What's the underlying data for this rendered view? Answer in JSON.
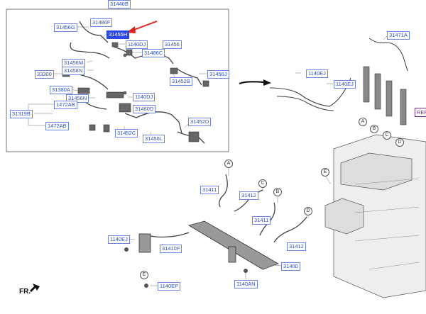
{
  "labels": {
    "top_assembly": "31440B",
    "l31456G": "31456G",
    "l31486F": "31486F",
    "l31455H": "31455H",
    "l1140DJ_a": "1140DJ",
    "l31456_a": "31456",
    "l31486C": "31486C",
    "l33300": "33300",
    "l31456M": "31456M",
    "l31456N_a": "31456N",
    "l31452B": "31452B",
    "l31456J": "31456J",
    "l31380A": "31380A",
    "l31456N_b": "31456N",
    "l1140DJ_b": "1140DJ",
    "l1472AB_a": "1472AB",
    "l31460D": "31460D",
    "l31319B": "31319B",
    "l1472AB_b": "1472AB",
    "l31452C": "31452C",
    "l31456L": "31456L",
    "l31452D": "31452D",
    "l31471A": "31471A",
    "l1140EJ_a": "1140EJ",
    "l1140EJ_b": "1140EJ",
    "ref": "REF",
    "l31411_a": "31411",
    "l31412_a": "31412",
    "l31411_b": "31411",
    "l31412_b": "31412",
    "l1140EJ_c": "1140EJ",
    "l31410F": "31410F",
    "l31400": "31400",
    "l1140AN": "1140AN",
    "l1140EP": "1140EP"
  },
  "callouts": {
    "A_top": "A",
    "B_top": "B",
    "C_top": "C",
    "D_top": "D",
    "E_top": "E",
    "A_low": "A",
    "B_low": "B",
    "C_low": "C",
    "D_low": "D",
    "E_low": "E"
  },
  "fr": "FR.",
  "highlight_color": "#2b49e8",
  "arrow_color": "#e0201c"
}
